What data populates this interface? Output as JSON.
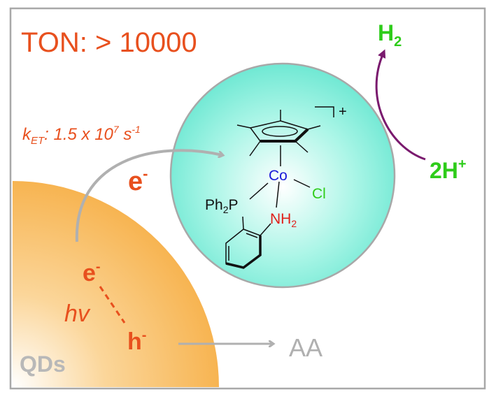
{
  "title": {
    "prefix": "TON",
    "colon": ":",
    "value": "> 10000"
  },
  "rate": {
    "k": "k",
    "sub": "ET",
    "rest": ": 1.5 x 10",
    "exp": "7",
    "unit": " s",
    "unit_exp": "-1"
  },
  "products": {
    "h2": "H",
    "h2_sub": "2",
    "protons": "2H",
    "protons_sup": "+"
  },
  "electron_transfer": {
    "e": "e",
    "sup": "-"
  },
  "qd": {
    "label": "QDs",
    "electron": "e",
    "electron_sup": "-",
    "hole": "h",
    "hole_sup": "-",
    "light": "hv"
  },
  "donor": {
    "label": "AA"
  },
  "molecule": {
    "metal": "Co",
    "halide": "Cl",
    "phosphine": "Ph",
    "phosphine_sub": "2",
    "phosphine_p": "P",
    "amine": "NH",
    "amine_sub": "2",
    "charge": "+"
  },
  "colors": {
    "accent": "#e8501e",
    "green": "#2ecc1a",
    "purple": "#7a1a6e",
    "gray": "#b0b0b0",
    "sphere": "#7fefd8",
    "qd": "#f7b85a"
  }
}
